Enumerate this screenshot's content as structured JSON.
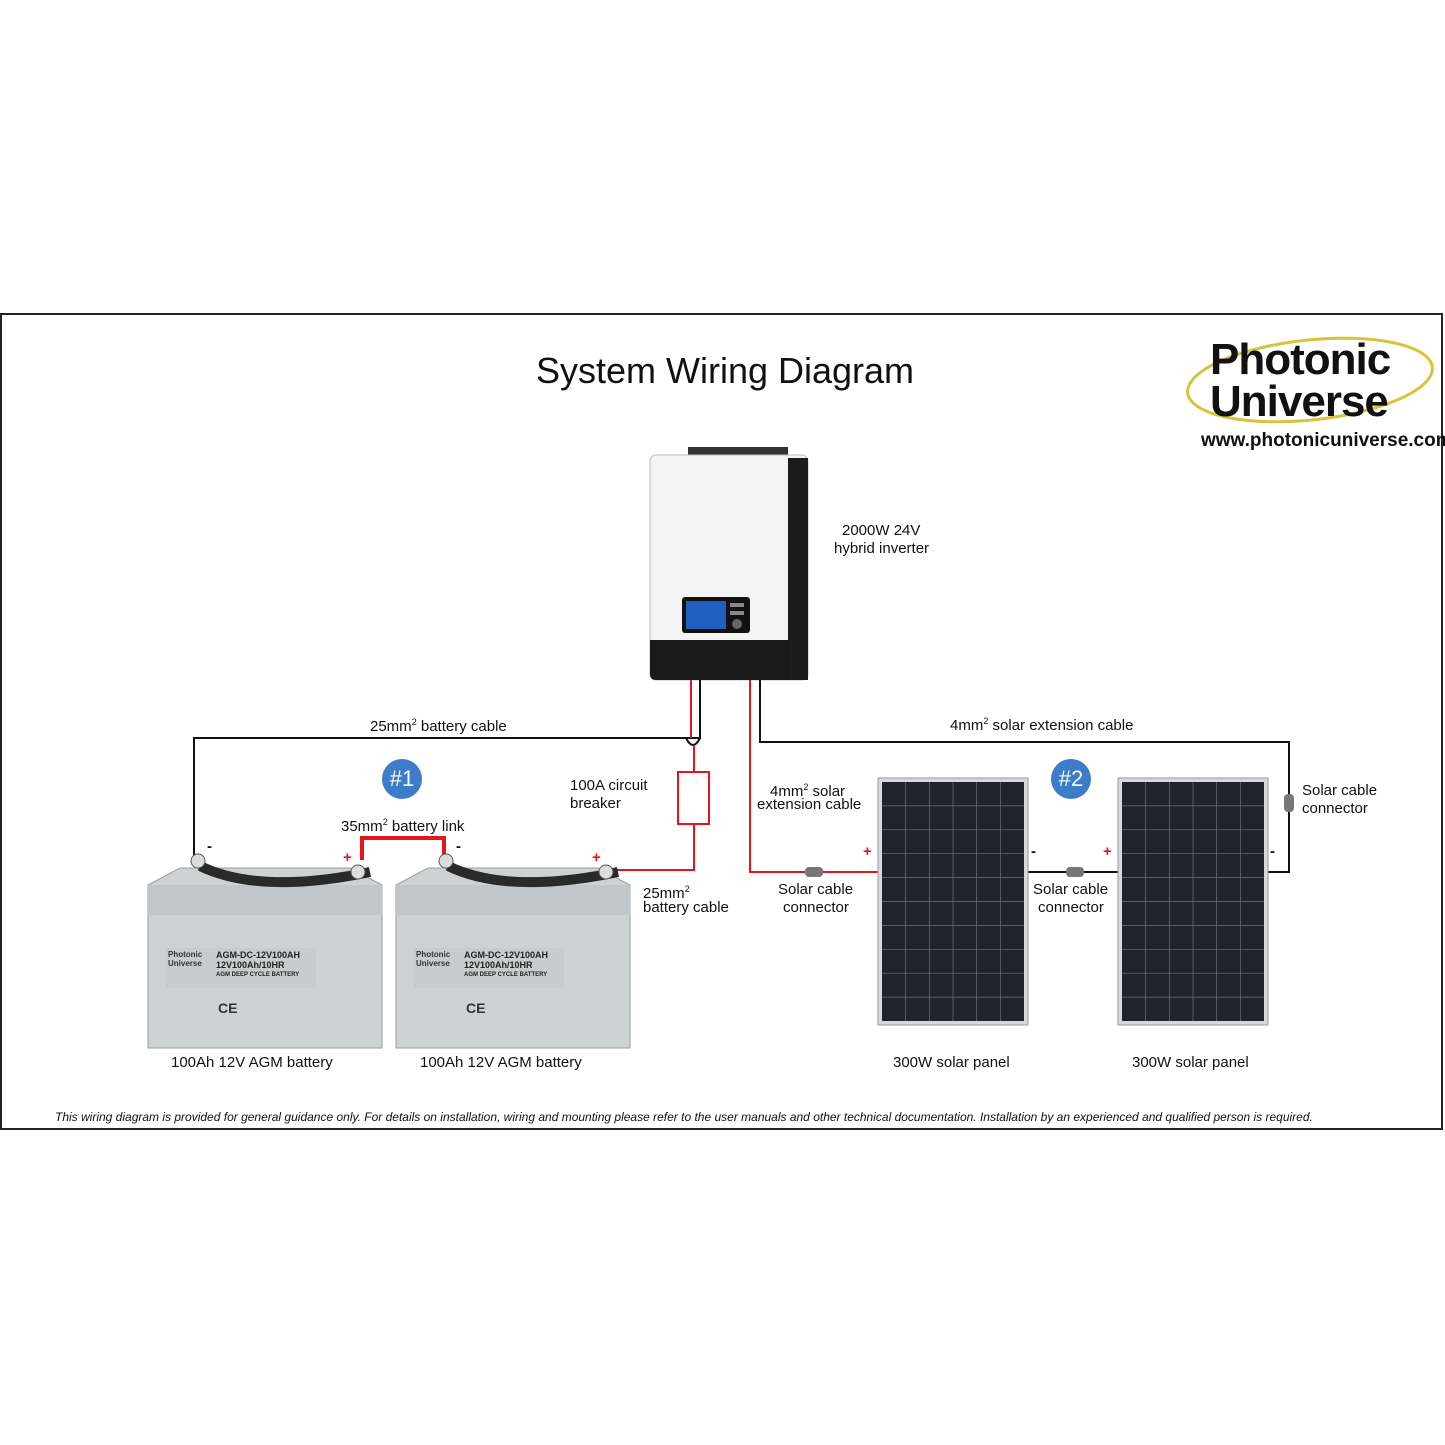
{
  "title": "System Wiring Diagram",
  "logo": {
    "line1": "Photonic",
    "line2": "Universe",
    "url": "www.photonicuniverse.com"
  },
  "badges": [
    "#1",
    "#2"
  ],
  "labels": {
    "inverter_line1": "2000W 24V",
    "inverter_line2": "hybrid inverter",
    "battery_cable_top": "battery cable",
    "battery_cable_top_prefix": "25mm",
    "battery_link_prefix": "35mm",
    "battery_link": "battery link",
    "breaker_line1": "100A circuit",
    "breaker_line2": "breaker",
    "battery_cable_right_prefix": "25mm",
    "battery_cable_right_line2": "battery cable",
    "solar_ext_top_prefix": "4mm",
    "solar_ext_top": "solar extension cable",
    "solar_ext_left_prefix": "4mm",
    "solar_ext_left_line1": "solar",
    "solar_ext_left_line2": "extension cable",
    "connector1_line1": "Solar cable",
    "connector1_line2": "connector",
    "connector2_line1": "Solar cable",
    "connector2_line2": "connector",
    "connector3_line1": "Solar cable",
    "connector3_line2": "connector",
    "superscript": "2"
  },
  "components": {
    "battery1": "100Ah 12V AGM battery",
    "battery2": "100Ah 12V AGM battery",
    "panel1": "300W solar panel",
    "panel2": "300W solar panel"
  },
  "battery_print": {
    "brand1": "Photonic",
    "brand2": "Universe",
    "model": "AGM-DC-12V100AH",
    "spec": "12V100Ah/10HR",
    "type": "AGM DEEP CYCLE BATTERY",
    "ce": "CE"
  },
  "signs": {
    "plus": "+",
    "minus": "-"
  },
  "disclaimer": "This wiring diagram is provided for general guidance only. For details on installation, wiring and mounting please refer to the user manuals and other technical documentation. Installation by an experienced and qualified person is required.",
  "colors": {
    "positive": "#e8141b",
    "negative": "#111111",
    "badge": "#3d7cc9",
    "logo_ellipse": "#d9c33a",
    "panel": "#1f232b"
  }
}
